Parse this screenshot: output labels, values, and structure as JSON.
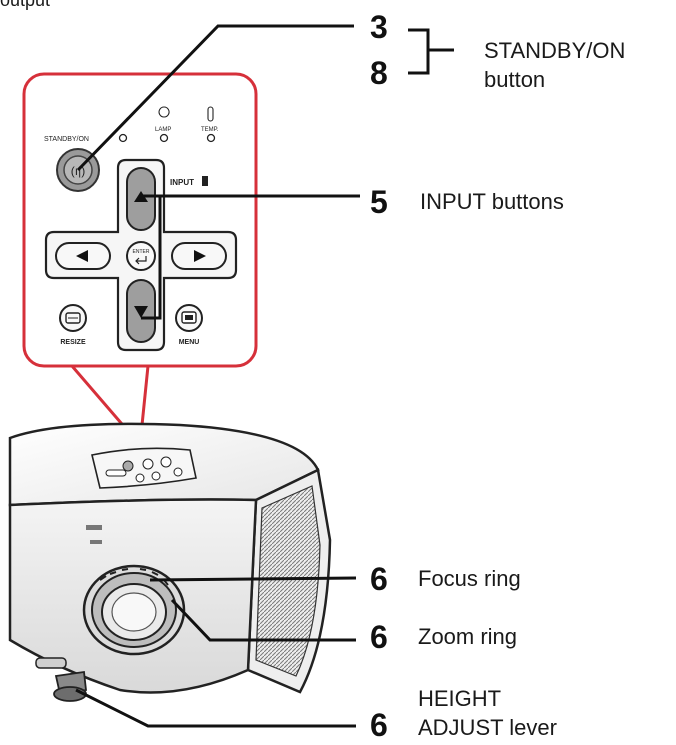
{
  "header_fragment": "output",
  "callouts": {
    "standby": {
      "num_a": "3",
      "num_b": "8",
      "label_line1": "STANDBY/ON",
      "label_line2": "button"
    },
    "input": {
      "num": "5",
      "label": "INPUT buttons"
    },
    "focus": {
      "num": "6",
      "label": "Focus ring"
    },
    "zoom": {
      "num": "6",
      "label": "Zoom ring"
    },
    "height": {
      "num": "6",
      "label_line1": "HEIGHT",
      "label_line2": "ADJUST lever"
    }
  },
  "panel": {
    "standby_label": "STANDBY/ON",
    "lamp_label": "LAMP",
    "temp_label": "TEMP.",
    "input_label": "INPUT",
    "enter_label": "ENTER",
    "resize_label": "RESIZE",
    "menu_label": "MENU"
  },
  "colors": {
    "panel_outline": "#d6303a",
    "leader": "#111111"
  }
}
